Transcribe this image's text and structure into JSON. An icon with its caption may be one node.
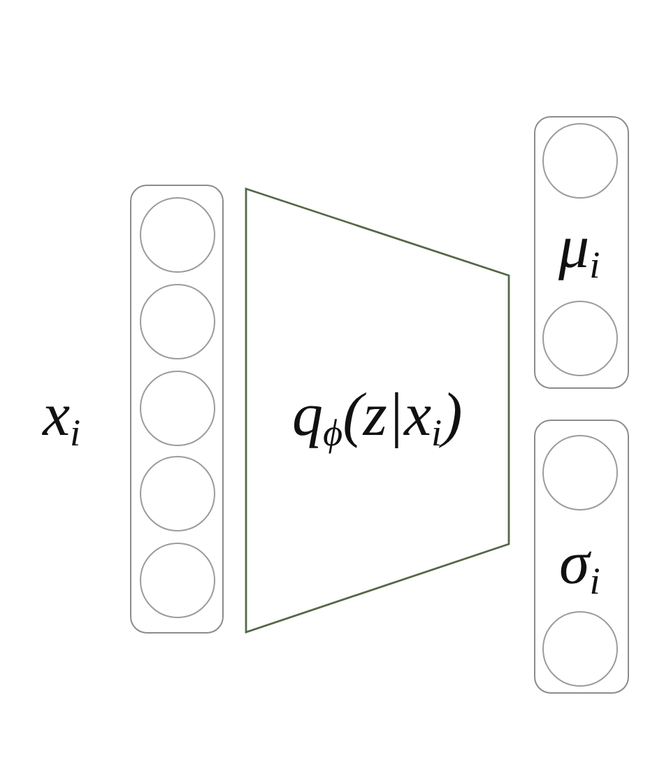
{
  "diagram": {
    "nodes": [
      {
        "text": [],
        "shape": "box",
        "beside": [
          "x$_{i}$"
        ]
      },
      {
        "text": [],
        "shape": "circle",
        "in": 0
      },
      {
        "text": [],
        "shape": "circle",
        "in": 0
      },
      {
        "text": [],
        "shape": "circle",
        "in": 0
      },
      {
        "text": [],
        "shape": "circle",
        "in": 0
      },
      {
        "text": [],
        "shape": "circle",
        "in": 0
      },
      {
        "text": [
          "q$_{ϕ}$(z|x$_{i}$)"
        ]
      },
      {
        "text": [
          "μ$_{i}$"
        ]
      },
      {
        "text": [],
        "shape": "circle",
        "in": 7
      },
      {
        "text": [],
        "shape": "circle",
        "in": 7
      },
      {
        "text": [
          "σ$_{i}$"
        ]
      },
      {
        "text": [],
        "shape": "circle",
        "in": 10
      },
      {
        "text": [],
        "shape": "circle",
        "in": 10
      }
    ]
  }
}
